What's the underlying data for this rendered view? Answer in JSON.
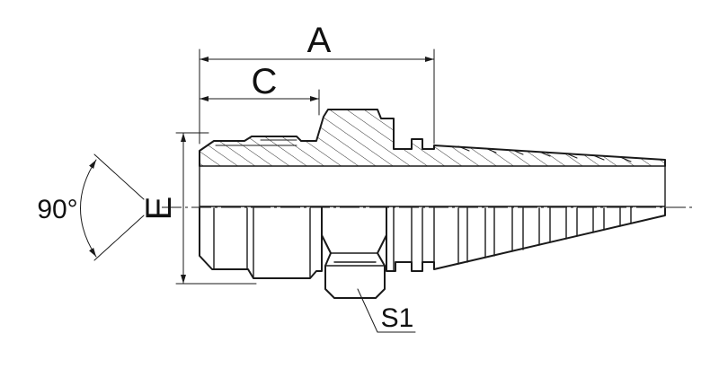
{
  "drawing": {
    "labels": {
      "length_overall": "A",
      "thread_length": "C",
      "diameter": "E",
      "hex_size": "S1",
      "angle": "90°"
    }
  }
}
